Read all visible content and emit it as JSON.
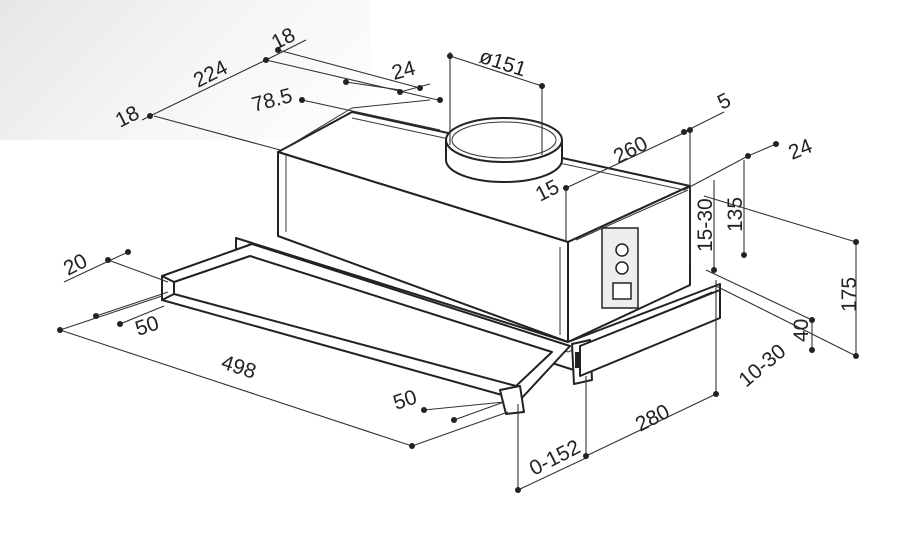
{
  "diagram": {
    "dimensions": {
      "d18_top": "18",
      "d224": "224",
      "d18_left": "18",
      "d24_top": "24",
      "d78_5": "78.5",
      "d151": "ø151",
      "d5": "5",
      "d260": "260",
      "d24_right": "24",
      "d15": "15",
      "d15_30": "15-30",
      "d135": "135",
      "d175": "175",
      "d40": "40",
      "d10_30": "10-30",
      "d20": "20",
      "d50_left": "50",
      "d498": "498",
      "d50_right": "50",
      "d280": "280",
      "d0_152": "0-152"
    }
  }
}
